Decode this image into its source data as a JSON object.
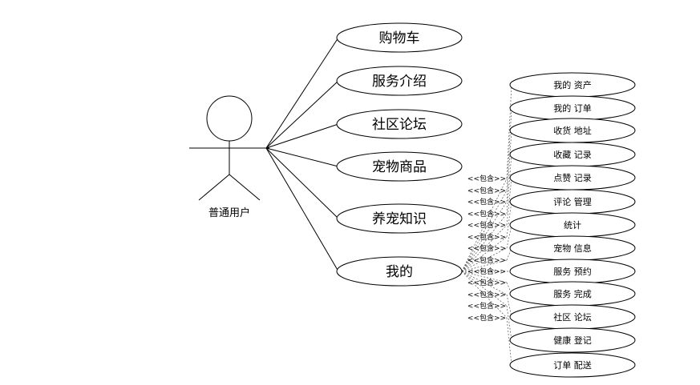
{
  "actor": {
    "name": "普通用户"
  },
  "main_use_cases": [
    {
      "label": "购物车"
    },
    {
      "label": "服务介绍"
    },
    {
      "label": "社区论坛"
    },
    {
      "label": "宠物商品"
    },
    {
      "label": "养宠知识"
    },
    {
      "label": "我的"
    }
  ],
  "sub_use_cases": [
    {
      "label": "我的 资产"
    },
    {
      "label": "我的 订单"
    },
    {
      "label": "收货 地址"
    },
    {
      "label": "收藏 记录"
    },
    {
      "label": "点赞 记录"
    },
    {
      "label": "评论 管理"
    },
    {
      "label": "统计"
    },
    {
      "label": "宠物 信息"
    },
    {
      "label": "服务 预约"
    },
    {
      "label": "服务 完成"
    },
    {
      "label": "社区 论坛"
    },
    {
      "label": "健康 登记"
    },
    {
      "label": "订单 配送"
    }
  ],
  "include_label": "<<包含>>"
}
